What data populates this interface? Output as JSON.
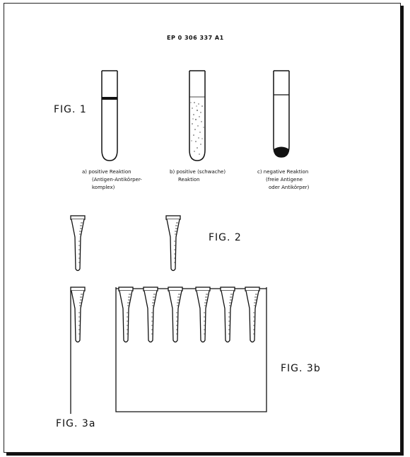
{
  "header": "EP 0 306 337 A1",
  "figures": {
    "fig1": "FIG. 1",
    "fig2": "FIG. 2",
    "fig3a": "FIG. 3a",
    "fig3b": "FIG. 3b"
  },
  "captions": {
    "a": [
      "a)  positive Reaktion",
      "(Antigen-Antikörper-",
      "komplex)"
    ],
    "b": [
      "b) positive  (schwache)",
      "Reaktion"
    ],
    "c": [
      "c) negative Reaktion",
      "(freie Antigene",
      "oder Antikörper)"
    ]
  }
}
